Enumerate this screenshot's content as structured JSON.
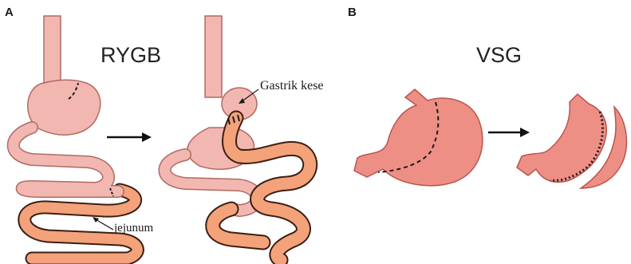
{
  "panels": {
    "a": {
      "letter": "A",
      "title": "RYGB",
      "label_pouch": "Gastrik kese",
      "label_jejunum": "jejunum"
    },
    "b": {
      "letter": "B",
      "title": "VSG"
    }
  },
  "colors": {
    "stomach_fill": "#f2b7b0",
    "stomach_stroke": "#b06a63",
    "intestine_fill": "#f4a27a",
    "intestine_stroke": "#3a1f14",
    "vsg_fill": "#ee8f86",
    "vsg_stroke": "#b9544c",
    "arrow": "#111111",
    "staple": "#1a1a1a"
  }
}
